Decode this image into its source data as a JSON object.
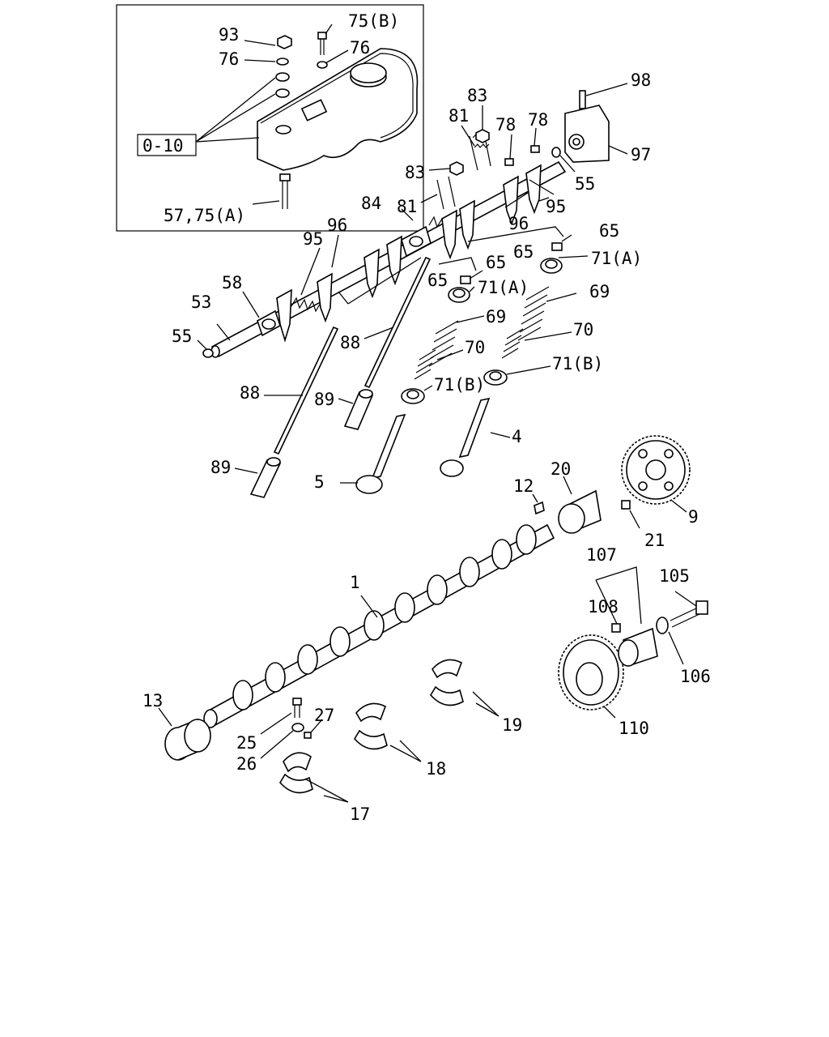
{
  "diagram": {
    "inset_box_label": "0-10",
    "callouts": {
      "c93": "93",
      "c75b": "75(B)",
      "c76a": "76",
      "c76b": "76",
      "c5775a": "57,75(A)",
      "c83a": "83",
      "c83b": "83",
      "c81a": "81",
      "c81b": "81",
      "c78a": "78",
      "c78b": "78",
      "c98": "98",
      "c97": "97",
      "c55a": "55",
      "c55b": "55",
      "c84": "84",
      "c96a": "96",
      "c96b": "96",
      "c95a": "95",
      "c95b": "95",
      "c65a": "65",
      "c65b": "65",
      "c65c": "65",
      "c65d": "65",
      "c71aa": "71(A)",
      "c71ab": "71(A)",
      "c71ba": "71(B)",
      "c71bb": "71(B)",
      "c69a": "69",
      "c69b": "69",
      "c70a": "70",
      "c70b": "70",
      "c58": "58",
      "c53": "53",
      "c88a": "88",
      "c88b": "88",
      "c89a": "89",
      "c89b": "89",
      "c4": "4",
      "c5": "5",
      "c20": "20",
      "c12": "12",
      "c9": "9",
      "c21": "21",
      "c1": "1",
      "c107": "107",
      "c105": "105",
      "c108": "108",
      "c106": "106",
      "c110": "110",
      "c13": "13",
      "c25": "25",
      "c26": "26",
      "c27": "27",
      "c17": "17",
      "c18": "18",
      "c19": "19"
    }
  }
}
